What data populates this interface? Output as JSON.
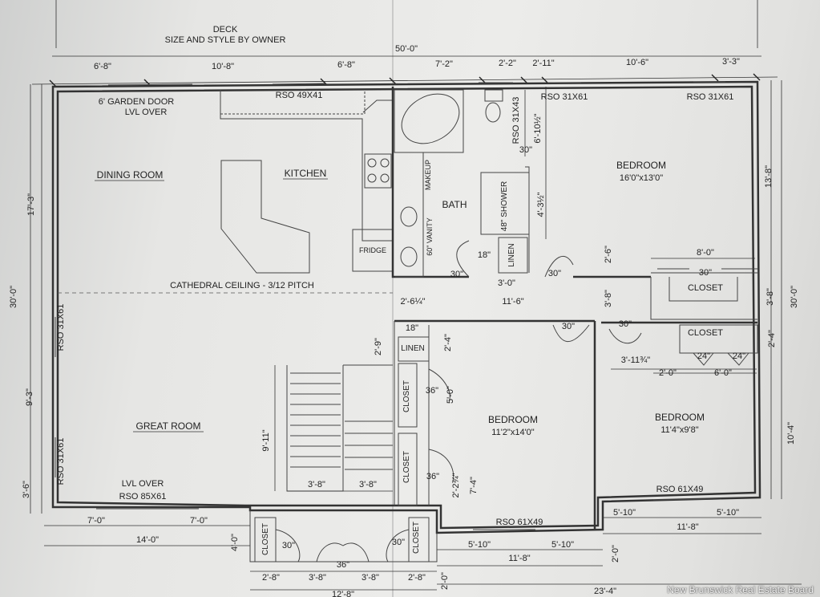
{
  "deck": {
    "title": "DECK",
    "note": "SIZE AND STYLE BY OWNER"
  },
  "overall": {
    "width": "50'-0\"",
    "depth_left": "30'-0\"",
    "depth_right": "30'-0\""
  },
  "top_dims": [
    "6'-8\"",
    "10'-8\"",
    "6'-8\"",
    "7'-2\"",
    "2'-2\"",
    "2'-11\"",
    "10'-6\"",
    "3'-3\""
  ],
  "rooms": {
    "dining": "DINING ROOM",
    "kitchen": "KITCHEN",
    "bath": "BATH",
    "bedroom1": {
      "name": "BEDROOM",
      "size": "16'0\"x13'0\""
    },
    "bedroom2": {
      "name": "BEDROOM",
      "size": "11'2\"x14'0\""
    },
    "bedroom3": {
      "name": "BEDROOM",
      "size": "11'4\"x9'8\""
    },
    "great": "GREAT ROOM",
    "cathedral": "CATHEDRAL CEILING - 3/12 PITCH"
  },
  "labels": {
    "garden_door": "6' GARDEN DOOR",
    "lvl_over_top": "LVL OVER",
    "rso_49x41": "RSO 49X41",
    "rso_31x43": "RSO 31X43",
    "rso_31x61_a": "RSO 31X61",
    "rso_31x61_b": "RSO 31X61",
    "rso_31x61_left1": "RSO 31X61",
    "rso_31x61_left2": "RSO 31X61",
    "lvl_over_bottom": "LVL OVER",
    "rso_85x61": "RSO 85X61",
    "rso_61x49_a": "RSO 61X49",
    "rso_61x49_b": "RSO 61X49",
    "fridge": "FRIDGE",
    "makeup": "MAKEUP",
    "vanity": "60\" VANITY",
    "shower": "48\" SHOWER",
    "linen1": "LINEN",
    "linen2": "LINEN",
    "closet_master": "CLOSET",
    "closet_b3": "CLOSET",
    "closet_hall1": "CLOSET",
    "closet_hall2": "CLOSET",
    "closet_entry_l": "CLOSET",
    "closet_entry_r": "CLOSET"
  },
  "dims": {
    "d_6_10": "6'-10½\"",
    "d_30_a": "30\"",
    "d_4_3": "4'-3½\"",
    "d_2_6": "2'-6\"",
    "d_18_a": "18\"",
    "d_30_b": "30\"",
    "d_3_0": "3'-0\"",
    "d_30_c": "30\"",
    "d_8_0": "8'-0\"",
    "d_30_d": "30\"",
    "d_13_8": "13'-8\"",
    "d_17_3": "17'-3\"",
    "d_3_8_a": "3'-8\"",
    "d_3_8_b": "3'-8\"",
    "d_2_6q": "2'-6¼\"",
    "d_11_6": "11'-6\"",
    "d_18_b": "18\"",
    "d_30_e": "30\"",
    "d_30_f": "30\"",
    "d_2_9": "2'-9\"",
    "d_2_4_a": "2'-4\"",
    "d_2_4_b": "2'-4\"",
    "d_3_11": "3'-11¾\"",
    "d_24_a": "24\"",
    "d_24_b": "24\"",
    "d_2_0_a": "2'-0\"",
    "d_6_0": "6'-0\"",
    "d_36_a": "36\"",
    "d_5_0": "5'-0\"",
    "d_36_b": "36\"",
    "d_2_2": "2'-2¾\"",
    "d_7_4": "7'-4\"",
    "d_9_11": "9'-11\"",
    "d_9_3": "9'-3\"",
    "d_3_6": "3'-6\"",
    "d_10_4": "10'-4\"",
    "d_3_8_c": "3'-8\"",
    "d_3_8_d": "3'-8\"",
    "d_7_0_a": "7'-0\"",
    "d_7_0_b": "7'-0\"",
    "d_14_0": "14'-0\"",
    "d_4_0": "4'-0\"",
    "d_30_g": "30\"",
    "d_36_c": "36\"",
    "d_30_h": "30\"",
    "d_5_10_a": "5'-10\"",
    "d_5_10_b": "5'-10\"",
    "d_11_8_a": "11'-8\"",
    "d_5_10_c": "5'-10\"",
    "d_5_10_d": "5'-10\"",
    "d_11_8_b": "11'-8\"",
    "d_2_0_b": "2'-0\"",
    "d_2_8_a": "2'-8\"",
    "d_3_8_e": "3'-8\"",
    "d_3_8_f": "3'-8\"",
    "d_2_8_b": "2'-8\"",
    "d_2_0_c": "2'-0\"",
    "d_12_8": "12'-8\"",
    "d_23_4": "23'-4\""
  },
  "watermark": "New Brunswick Real Estate Board"
}
